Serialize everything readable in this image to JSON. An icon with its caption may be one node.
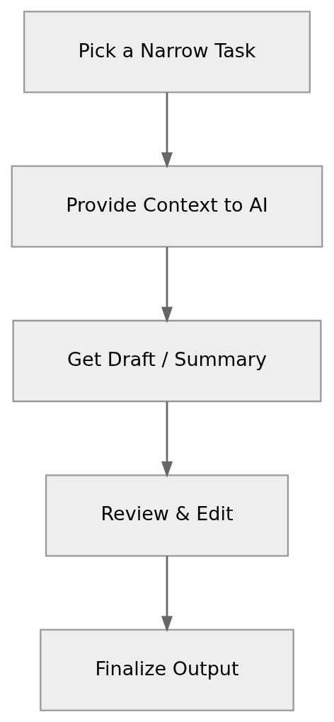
{
  "diagram": {
    "nodes": [
      {
        "text": [
          "Pick a Narrow Task"
        ]
      },
      {
        "text": [
          "Provide Context to AI"
        ]
      },
      {
        "text": [
          "Get Draft / Summary"
        ]
      },
      {
        "text": [
          "Review & Edit"
        ]
      },
      {
        "text": [
          "Finalize Output"
        ]
      }
    ],
    "edges": [
      {
        "from": 0,
        "to": 1,
        "arrow": "to"
      },
      {
        "from": 1,
        "to": 2,
        "arrow": "to"
      },
      {
        "from": 2,
        "to": 3,
        "arrow": "to"
      },
      {
        "from": 3,
        "to": 4,
        "arrow": "to"
      }
    ]
  }
}
